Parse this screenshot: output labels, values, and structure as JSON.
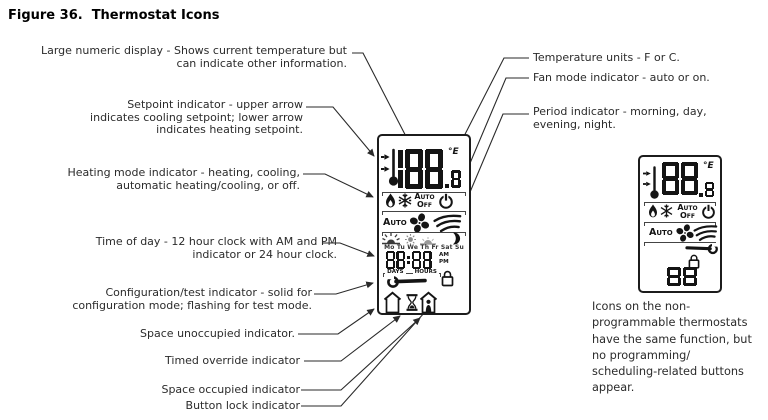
{
  "figure_label": "Figure 36.",
  "title": "Thermostat Icons",
  "callouts_left": [
    {
      "id": "large-numeric-display",
      "text": "Large numeric display - Shows current temperature but\ncan indicate other information."
    },
    {
      "id": "setpoint-indicator",
      "text": "Setpoint indicator - upper arrow\nindicates cooling setpoint; lower arrow\nindicates heating setpoint."
    },
    {
      "id": "heating-mode-indicator",
      "text": "Heating mode indicator - heating, cooling,\nautomatic heating/cooling, or off."
    },
    {
      "id": "time-of-day",
      "text": "Time of day - 12 hour clock with AM and PM\nindicator or 24 hour clock."
    },
    {
      "id": "configuration-test-indicator",
      "text": "Configuration/test indicator - solid for\nconfiguration mode; flashing for test mode."
    },
    {
      "id": "space-unoccupied-indicator",
      "text": "Space unoccupied indicator."
    },
    {
      "id": "timed-override-indicator",
      "text": "Timed override indicator"
    },
    {
      "id": "space-occupied-indicator",
      "text": "Space occupied indicator"
    },
    {
      "id": "button-lock-indicator",
      "text": "Button lock indicator"
    }
  ],
  "callouts_right": [
    {
      "id": "temperature-units",
      "text": "Temperature units - F or C."
    },
    {
      "id": "fan-mode-indicator",
      "text": "Fan mode indicator - auto or on."
    },
    {
      "id": "period-indicator",
      "text": "Period indicator - morning, day,\nevening, night."
    }
  ],
  "display": {
    "main_digits": "188",
    "sub_digit": "8",
    "unit": "°E",
    "mode": {
      "auto": "Auto",
      "off": "Off"
    },
    "fan": {
      "auto": "Auto"
    },
    "days": "Mo Tu We Th Fr Sat Su",
    "time": "88:88",
    "meridiem": {
      "am": "AM",
      "pm": "PM"
    },
    "axis_labels": {
      "days": "DAYS",
      "hours": "HOURS"
    }
  },
  "small_display": {
    "main_digits": "88",
    "sub_digit": "8",
    "unit": "°E",
    "mode": {
      "auto": "Auto",
      "off": "Off"
    },
    "fan": {
      "auto": "Auto"
    },
    "bottom_digits": "88"
  },
  "note": "Icons on the non-\nprogrammable thermostats\nhave the same function, but\nno programming/\nscheduling-related buttons\nappear.",
  "icons": {
    "thermometer-setpoint-icon": "thermometer with cooling/heating setpoint arrows",
    "flame-icon": "heating mode",
    "snowflake-icon": "cooling mode",
    "power-icon": "system off",
    "fan-blades-icon": "fan",
    "airflow-icon": "fan on / air flow",
    "sunrise-icon": "morning period",
    "sun-icon": "day period",
    "sunset-icon": "evening period",
    "moon-icon": "night period",
    "wrench-icon": "configuration/test",
    "lock-icon": "button lock",
    "house-empty-icon": "space unoccupied",
    "hourglass-icon": "timed override",
    "house-occupied-icon": "space occupied"
  },
  "colors": {
    "ink": "#2b2b2b",
    "lcd_segment": "#141414",
    "muted_period": "#8a8a8a"
  }
}
